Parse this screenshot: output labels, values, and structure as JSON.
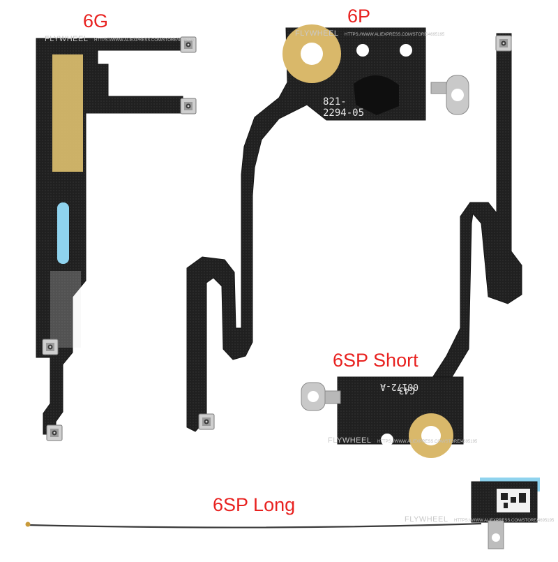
{
  "labels": {
    "g6": "6G",
    "p6": "6P",
    "sp_short": "6SP Short",
    "sp_long": "6SP Long"
  },
  "pcb_print": {
    "line1": "821-",
    "line2": "2294-05",
    "short_code1": "C43",
    "short_code2": "00172-A"
  },
  "watermark": {
    "brand": "FLYWHEEL",
    "url": "HTTPS://WWW.ALIEXPRESS.COM/STORE/4695195"
  },
  "colors": {
    "flex": "#1f1f1f",
    "gold": "#d9b86a",
    "label": "#e8211f",
    "blue_strip": "#8fd3ee"
  }
}
